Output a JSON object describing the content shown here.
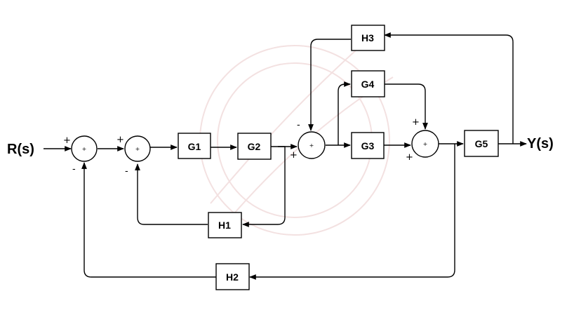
{
  "diagram": {
    "input_label": "R(s)",
    "output_label": "Y(s)",
    "blocks": {
      "g1": "G1",
      "g2": "G2",
      "g3": "G3",
      "g4": "G4",
      "g5": "G5",
      "h1": "H1",
      "h2": "H2",
      "h3": "H3"
    },
    "summing_junctions": {
      "s1": {
        "center": "+",
        "in_left": "+",
        "in_bottom": "-"
      },
      "s2": {
        "center": "+",
        "in_left": "+",
        "in_bottom": "-"
      },
      "s3": {
        "center": "+",
        "in_top": "-",
        "in_left": "+"
      },
      "s4": {
        "center": "+",
        "in_top": "+",
        "in_left": "+"
      }
    }
  }
}
